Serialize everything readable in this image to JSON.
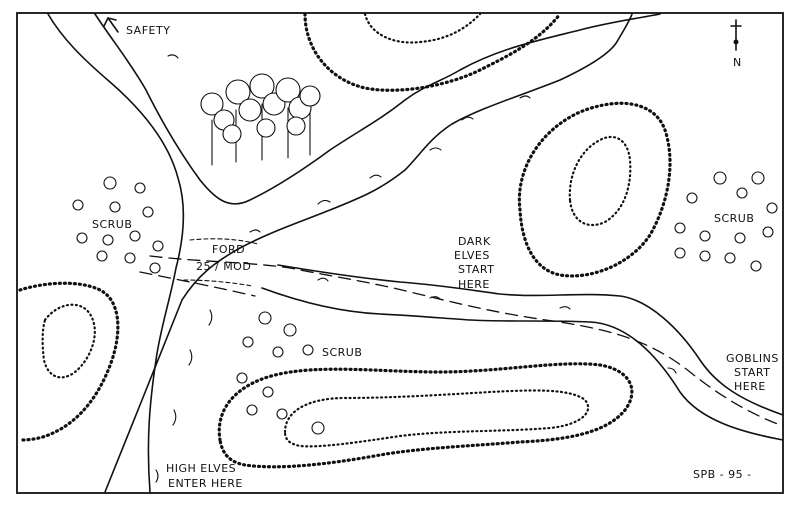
{
  "labels": {
    "safety": "SAFETY",
    "ford_title": "FORD",
    "ford_note": "25 / MOD",
    "dark_elves_1": "DARK",
    "dark_elves_2": "ELVES",
    "dark_elves_3": "START",
    "dark_elves_4": "HERE",
    "goblins_1": "GOBLINS",
    "goblins_2": "START",
    "goblins_3": "HERE",
    "high_elves_1": "HIGH ELVES",
    "high_elves_2": "ENTER HERE",
    "scrub_west": "SCRUB",
    "scrub_east": "SCRUB",
    "scrub_south": "SCRUB",
    "north": "N",
    "signature": "SPB - 95 -"
  }
}
